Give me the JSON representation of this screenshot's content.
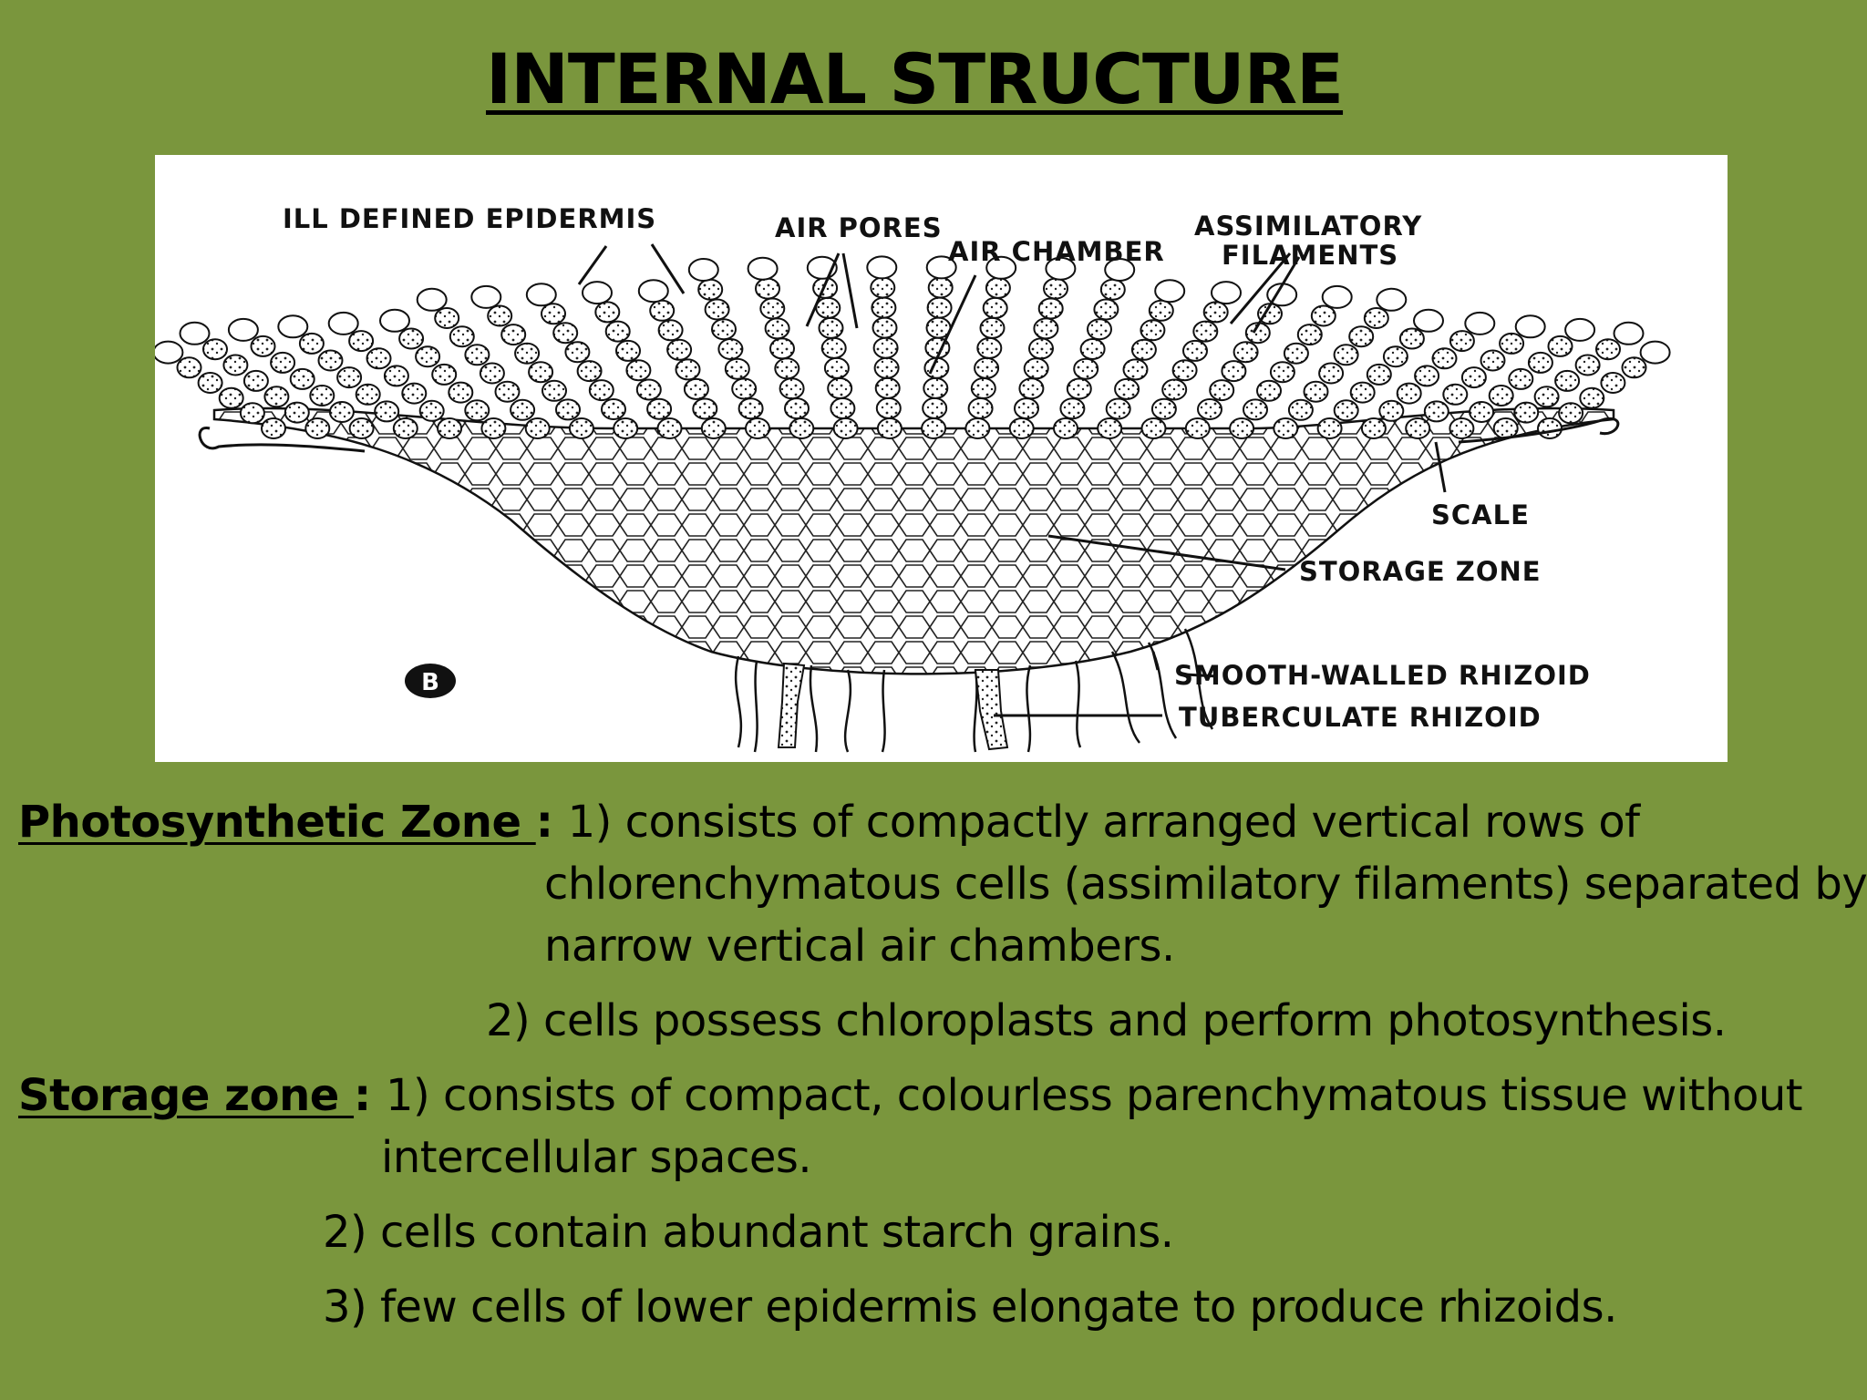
{
  "colors": {
    "background": "#7a963d",
    "figure_bg": "#ffffff",
    "ink": "#111111"
  },
  "slide": {
    "title": "INTERNAL STRUCTURE"
  },
  "figure": {
    "panel_letter": "B",
    "labels": {
      "ill_defined_epidermis": "ILL DEFINED EPIDERMIS",
      "air_pores": "AIR PORES",
      "air_chamber": "AIR CHAMBER",
      "assimilatory_line1": "ASSIMILATORY",
      "assimilatory_line2": "FILAMENTS",
      "scale": "SCALE",
      "storage_zone": "STORAGE ZONE",
      "smooth_walled_rhizoid": "SMOOTH-WALLED RHIZOID",
      "tuberculate_rhizoid": "TUBERCULATE RHIZOID"
    }
  },
  "photosynthetic": {
    "heading": "Photosynthetic Zone ",
    "sep": ": ",
    "p1_line1": "1) consists of compactly arranged vertical rows of",
    "p1_line2": "chlorenchymatous cells (assimilatory filaments) separated by",
    "p1_line3": "narrow vertical air chambers.",
    "p2": "2) cells possess chloroplasts and perform photosynthesis."
  },
  "storage": {
    "heading": "Storage zone ",
    "sep": ": ",
    "p1_line1": "1) consists of compact, colourless parenchymatous tissue without",
    "p1_line2": "intercellular spaces.",
    "p2": "2) cells contain abundant starch grains.",
    "p3": "3) few cells of lower epidermis elongate to produce rhizoids."
  }
}
